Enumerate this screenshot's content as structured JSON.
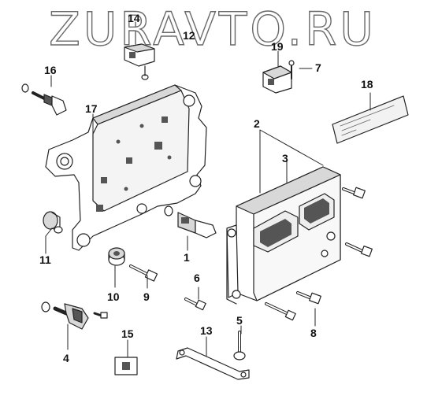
{
  "watermark": "ZURAVTO.RU",
  "callouts": {
    "c1": "1",
    "c2": "2",
    "c3": "3",
    "c4": "4",
    "c5": "5",
    "c6": "6",
    "c7": "7",
    "c8": "8",
    "c9": "9",
    "c10": "10",
    "c11": "11",
    "c12": "12",
    "c13": "13",
    "c14": "14",
    "c15": "15",
    "c16": "16",
    "c17": "17",
    "c18": "18",
    "c19": "19"
  },
  "colors": {
    "line": "#222222",
    "fill": "#ffffff",
    "shade": "#d8d8d8",
    "dark": "#555555"
  }
}
